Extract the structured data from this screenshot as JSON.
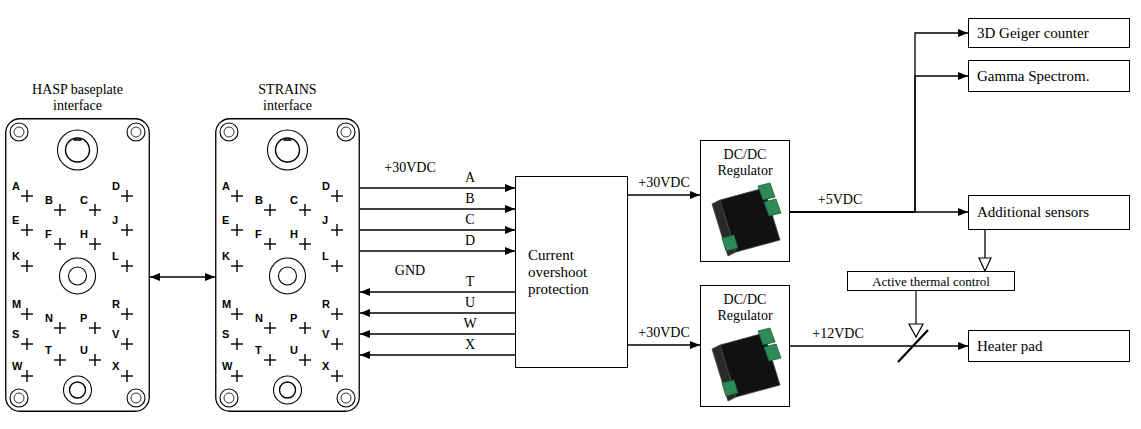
{
  "diagram": {
    "nodes": [
      {
        "text": [
          "HASP baseplate interface",
          "A",
          "D",
          "B",
          "C",
          "E",
          "J",
          "F",
          "H",
          "K",
          "L",
          "M",
          "R",
          "N",
          "P",
          "S",
          "V",
          "T",
          "U",
          "W",
          "X"
        ]
      },
      {
        "text": [
          "STRAINS interface",
          "A",
          "D",
          "B",
          "C",
          "E",
          "J",
          "F",
          "H",
          "K",
          "L",
          "M",
          "R",
          "N",
          "P",
          "S",
          "V",
          "T",
          "U",
          "W",
          "X"
        ]
      },
      {
        "text": [
          "Current overshoot protection"
        ]
      },
      {
        "text": [
          "DC/DC Regulator"
        ]
      },
      {
        "text": [
          "DC/DC Regulator"
        ]
      },
      {
        "text": [
          "3D Geiger counter"
        ]
      },
      {
        "text": [
          "Gamma Spectrom."
        ]
      },
      {
        "text": [
          "Additional sensors"
        ]
      },
      {
        "text": [
          "Active thermal control"
        ]
      },
      {
        "text": [
          "Heater pad"
        ]
      }
    ],
    "edges": [
      {
        "from": 0,
        "to": 1,
        "arrow": "both"
      },
      {
        "from": 1,
        "to": 2,
        "arrow": "to",
        "label": "A"
      },
      {
        "from": 1,
        "to": 2,
        "arrow": "to",
        "label": "B"
      },
      {
        "from": 1,
        "to": 2,
        "arrow": "to",
        "label": "C"
      },
      {
        "from": 1,
        "to": 2,
        "arrow": "to",
        "label": "D"
      },
      {
        "from": 2,
        "to": 1,
        "arrow": "to",
        "label": "T"
      },
      {
        "from": 2,
        "to": 1,
        "arrow": "to",
        "label": "U"
      },
      {
        "from": 2,
        "to": 1,
        "arrow": "to",
        "label": "W"
      },
      {
        "from": 2,
        "to": 1,
        "arrow": "to",
        "label": "X"
      },
      {
        "from": 2,
        "to": 3,
        "arrow": "to",
        "label": "+30VDC"
      },
      {
        "from": 2,
        "to": 4,
        "arrow": "to",
        "label": "+30VDC"
      },
      {
        "from": 3,
        "to": 5,
        "arrow": "to"
      },
      {
        "from": 3,
        "to": 6,
        "arrow": "to"
      },
      {
        "from": 3,
        "to": 7,
        "arrow": "to",
        "label": "+5VDC"
      },
      {
        "from": 7,
        "to": 8,
        "arrow": "to"
      },
      {
        "from": 4,
        "to": 9,
        "arrow": "to",
        "label": "+12VDC"
      }
    ],
    "labels": [
      "+30VDC",
      "GND"
    ]
  }
}
